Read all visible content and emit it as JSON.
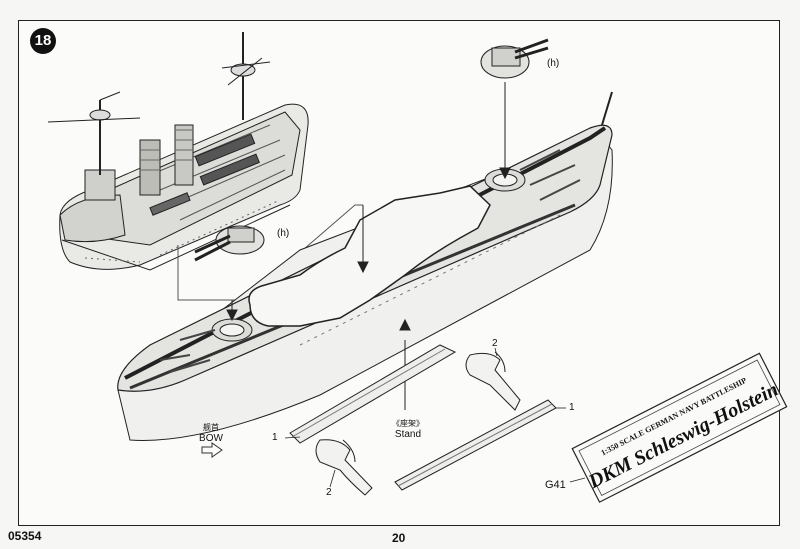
{
  "step_number": "18",
  "callouts": {
    "h_top": "(h)",
    "h_mid": "(h)",
    "part_1_left": "1",
    "part_1_right": "1",
    "part_2_top": "2",
    "part_2_bottom": "2",
    "part_g41": "G41"
  },
  "bow_label": {
    "cn": "舰首",
    "en": "BOW"
  },
  "stand_label": {
    "cn": "《座架》",
    "en": "Stand"
  },
  "name_plate": {
    "subtitle": "1:350 SCALE GERMAN NAVY BATTLESHIP",
    "title": "DKM Schleswig-Holstein"
  },
  "footer": {
    "code": "05354",
    "page": "20"
  }
}
